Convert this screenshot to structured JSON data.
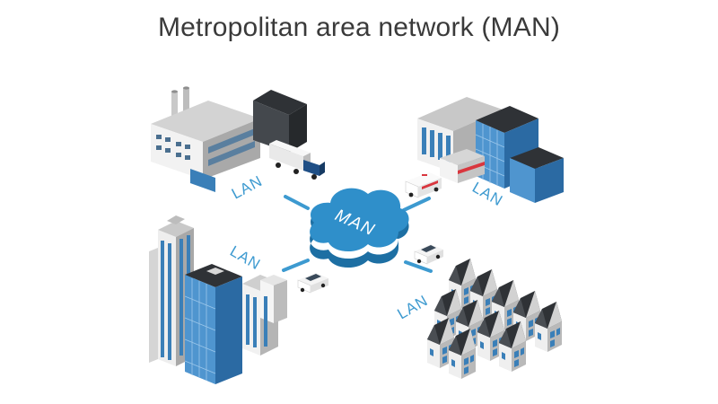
{
  "title": "Metropolitan area network (MAN)",
  "hub": {
    "label": "MAN"
  },
  "links": [
    {
      "label": "LAN"
    },
    {
      "label": "LAN"
    },
    {
      "label": "LAN"
    },
    {
      "label": "LAN"
    }
  ],
  "colors": {
    "cloud": "#2f8fca",
    "cloud_side": "#1d6fa3",
    "link": "#3d9ad0",
    "glass": "#3a7fb8",
    "wall": "#dcdcdc",
    "roof": "#2f3236"
  }
}
